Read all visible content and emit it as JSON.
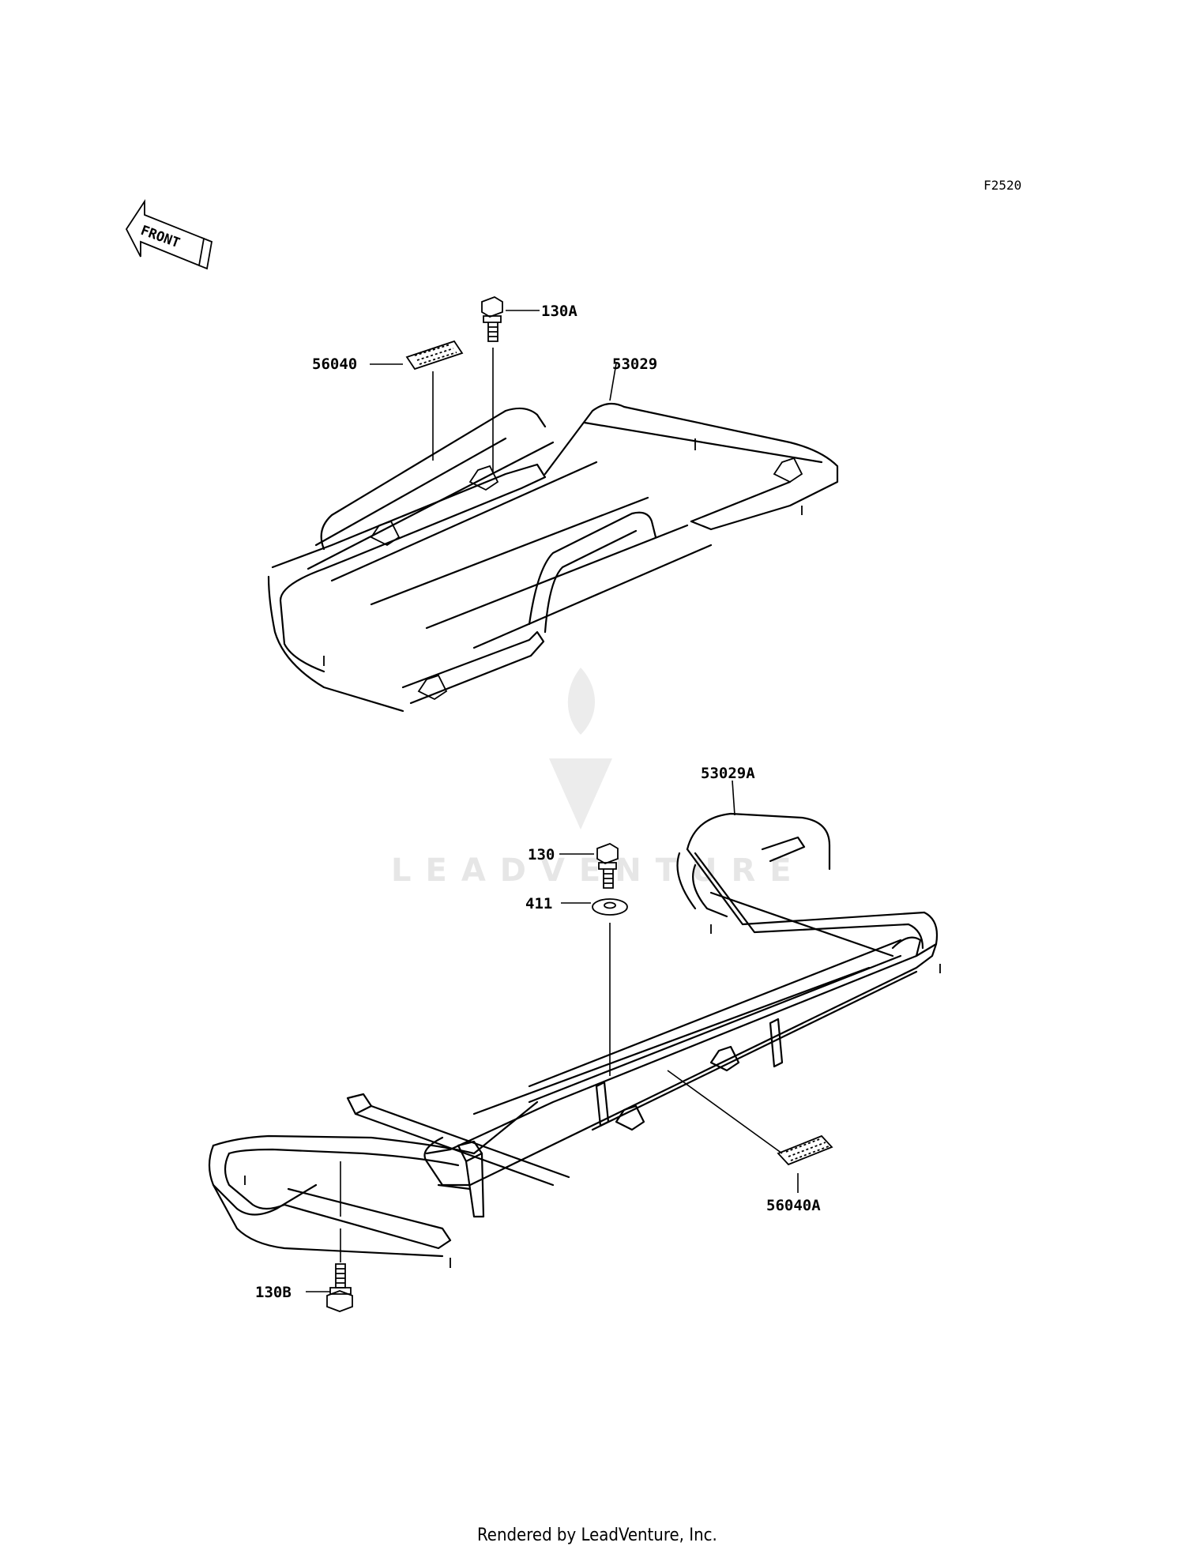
{
  "figure_code": "F2520",
  "front_label": "FRONT",
  "watermark_text": "LEADVENTURE",
  "footer": "Rendered by LeadVenture, Inc.",
  "parts": {
    "p130A": "130A",
    "p56040": "56040",
    "p53029": "53029",
    "p53029A": "53029A",
    "p130": "130",
    "p411": "411",
    "p56040A": "56040A",
    "p130B": "130B"
  }
}
